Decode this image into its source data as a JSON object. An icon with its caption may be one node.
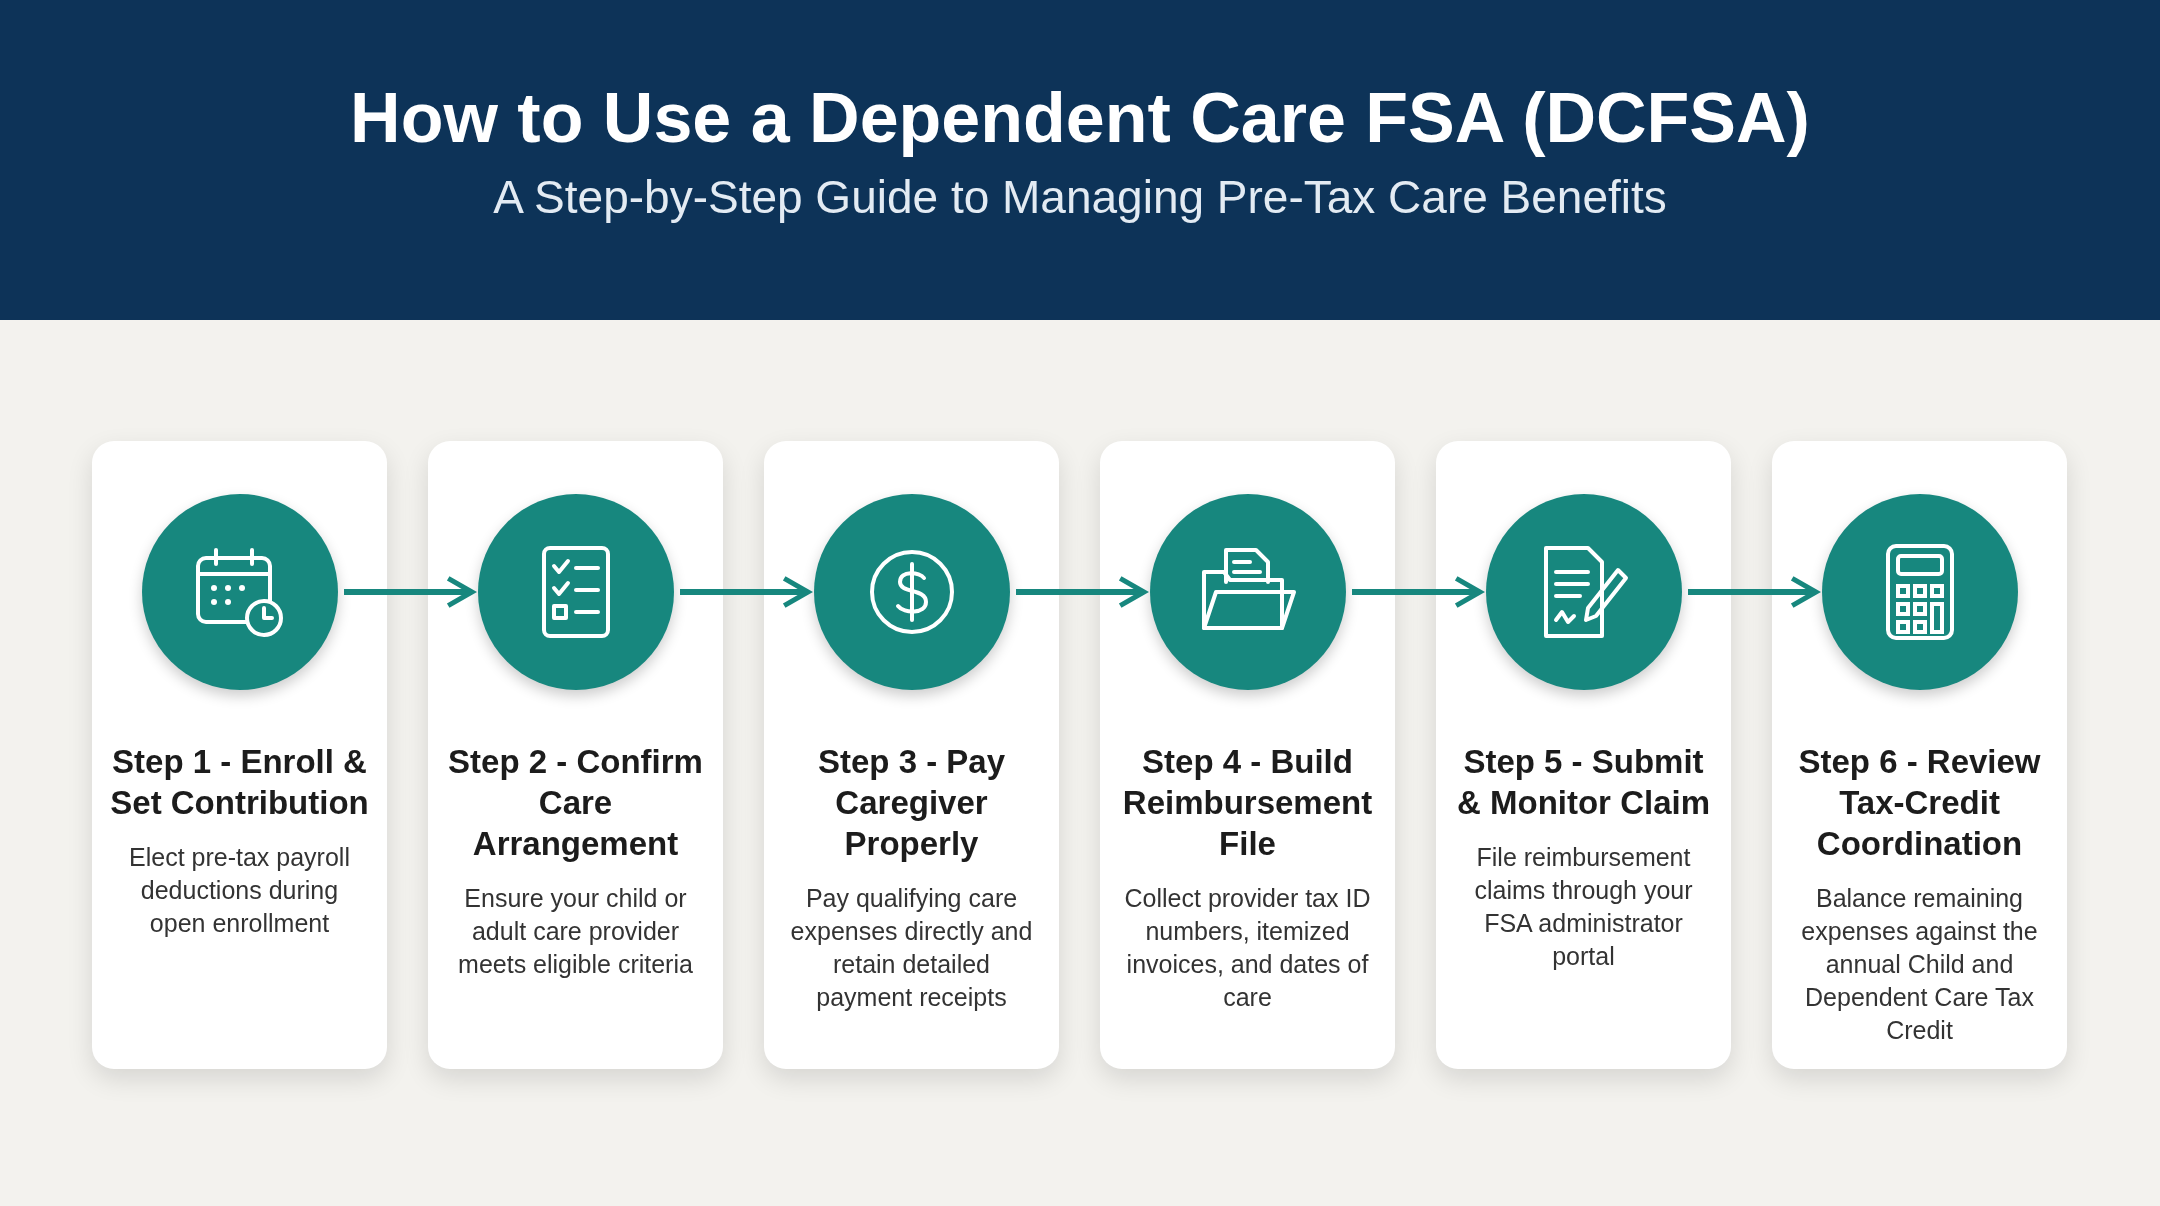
{
  "diagram": {
    "title": "How to Use a Dependent Care FSA (DCFSA)",
    "nodes": [
      {
        "text": [
          "Step 1 - Enroll & Set Contribution",
          "Elect pre-tax payroll deductions during open enrollment"
        ]
      },
      {
        "text": [],
        "shape": "circle",
        "in": 0
      },
      {
        "text": [
          "Step 2 - Confirm Care Arrangement",
          "Ensure your child or adult care provider meets eligible criteria"
        ]
      },
      {
        "text": [],
        "shape": "circle",
        "in": 2
      },
      {
        "text": [
          "Step 3 - Pay Caregiver Properly",
          "Pay qualifying care expenses directly and retain detailed payment receipts"
        ]
      },
      {
        "text": [],
        "shape": "circle",
        "in": 4
      },
      {
        "text": [
          "Step 4 - Build Reimbursement File",
          "Collect provider tax ID numbers, itemized invoices, and dates of care"
        ]
      },
      {
        "text": [],
        "shape": "circle",
        "in": 6
      },
      {
        "text": [
          "Step 5 - Submit & Monitor Claim",
          "File reimbursement claims through your FSA administrator portal"
        ]
      },
      {
        "text": [],
        "shape": "circle",
        "in": 8
      },
      {
        "text": [
          "Step 6 - Review Tax-Credit Coordination",
          "Balance remaining expenses against the annual Child and Dependent Care Tax Credit"
        ]
      },
      {
        "text": [],
        "shape": "circle",
        "in": 10
      }
    ],
    "edges": [
      {
        "from": 1,
        "to": 3,
        "arrow": "to"
      },
      {
        "from": 3,
        "to": 5,
        "arrow": "to"
      },
      {
        "from": 5,
        "to": 7,
        "arrow": "to"
      },
      {
        "from": 7,
        "to": 9,
        "arrow": "to"
      },
      {
        "from": 9,
        "to": 11,
        "arrow": "to"
      }
    ],
    "labels": [
      "A Step-by-Step Guide to Managing Pre-Tax Care Benefits"
    ]
  }
}
